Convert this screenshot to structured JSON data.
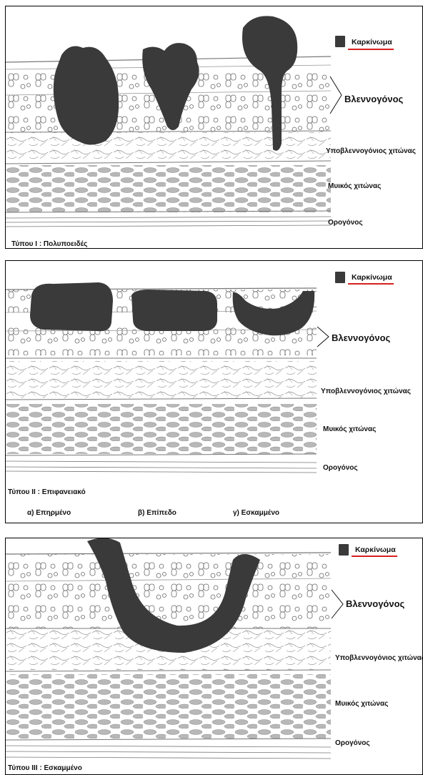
{
  "legend": {
    "label": "Καρκίνωμα",
    "underline_color": "#d62020",
    "swatch_color": "#3a3a3a"
  },
  "layers": {
    "mucosa": "Βλεννογόνος",
    "submucosa": "Υποβλεννογόνιος χιτώνας",
    "muscularis": "Μυικός χιτώνας",
    "serosa": "Ορογόνος"
  },
  "panels": [
    {
      "title": "Τύπου I : Πολυποειδές"
    },
    {
      "title": "Τύπου II : Επιφανειακό",
      "subtypes": [
        "α) Επηρμένο",
        "β) Επίπεδο",
        "γ) Εσκαμμένο"
      ]
    },
    {
      "title": "Τύπου III : Εσκαμμένο"
    }
  ]
}
